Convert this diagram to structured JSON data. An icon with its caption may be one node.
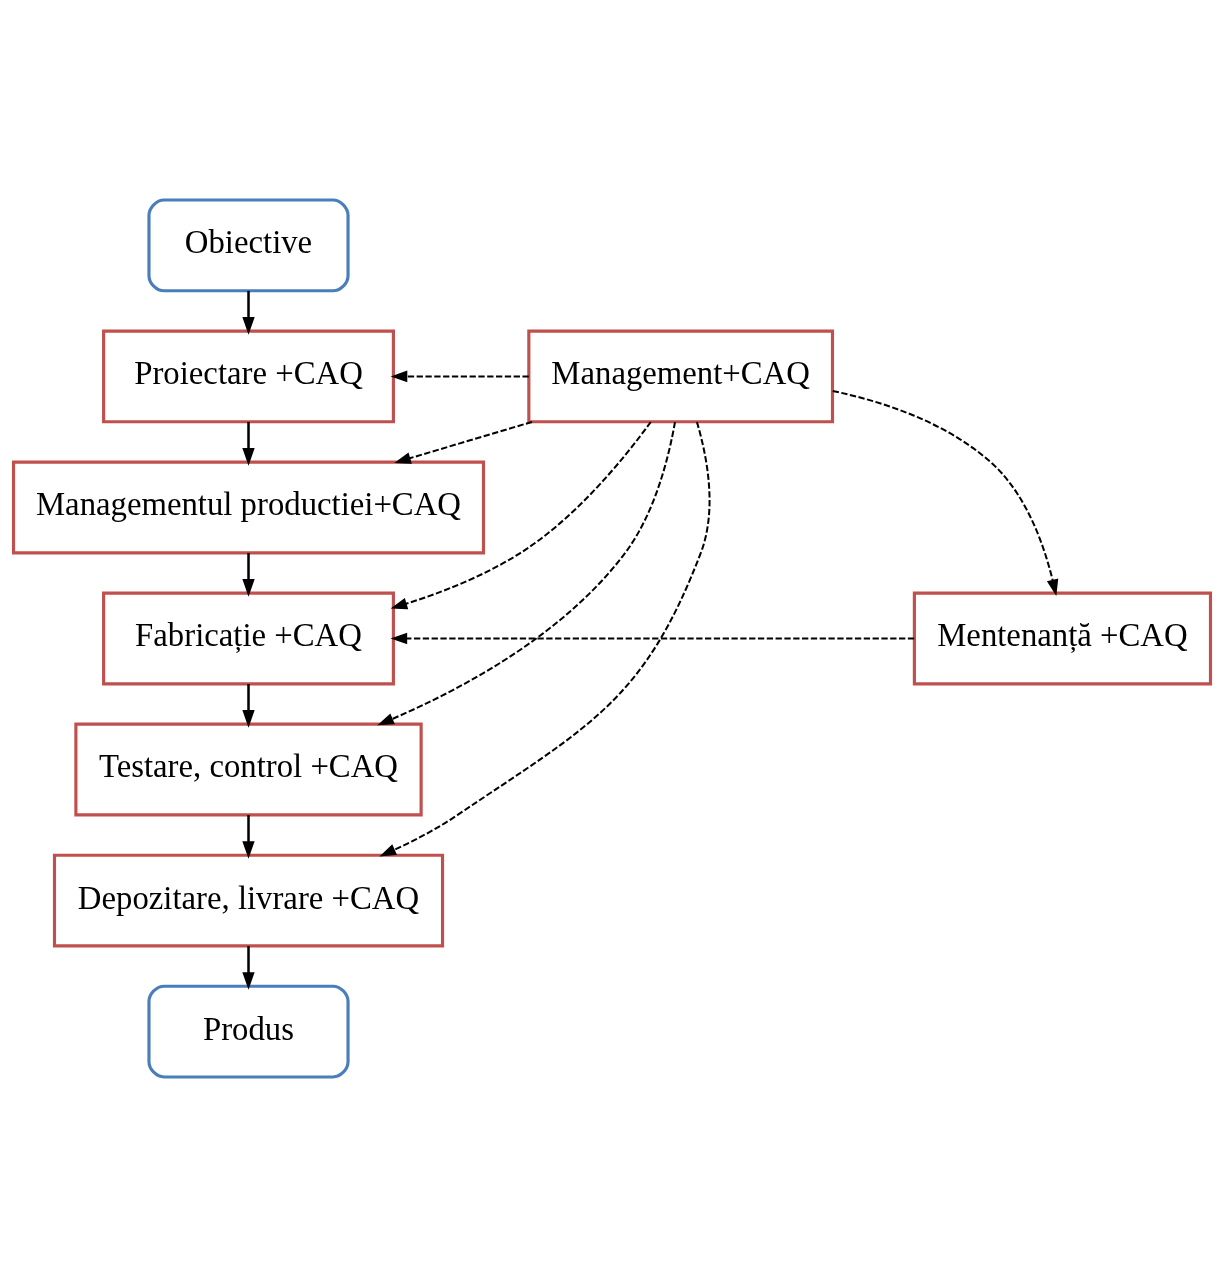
{
  "diagram": {
    "nodes": [
      {
        "text": [
          "Obiective"
        ]
      },
      {
        "text": [
          "Proiectare +CAQ"
        ]
      },
      {
        "text": [
          "Managementul productiei+CAQ"
        ]
      },
      {
        "text": [
          "Fabricație +CAQ"
        ]
      },
      {
        "text": [
          "Testare, control +CAQ"
        ]
      },
      {
        "text": [
          "Depozitare, livrare +CAQ"
        ]
      },
      {
        "text": [
          "Produs"
        ]
      },
      {
        "text": [
          "Management+CAQ"
        ]
      },
      {
        "text": [
          "Mentenanță +CAQ"
        ]
      }
    ],
    "edges": [
      {
        "from": 0,
        "to": 1,
        "arrow": "to"
      },
      {
        "from": 1,
        "to": 2,
        "arrow": "to"
      },
      {
        "from": 2,
        "to": 3,
        "arrow": "to"
      },
      {
        "from": 3,
        "to": 4,
        "arrow": "to"
      },
      {
        "from": 4,
        "to": 5,
        "arrow": "to"
      },
      {
        "from": 5,
        "to": 6,
        "arrow": "to"
      },
      {
        "from": 7,
        "to": 1,
        "arrow": "to",
        "style": "dashed"
      },
      {
        "from": 7,
        "to": 2,
        "arrow": "to",
        "style": "dashed"
      },
      {
        "from": 7,
        "to": 8,
        "arrow": "to",
        "style": "dashed"
      },
      {
        "from": 8,
        "to": 3,
        "arrow": "to",
        "style": "dashed"
      },
      {
        "from": 7,
        "to": 3,
        "arrow": "to",
        "style": "dashed"
      },
      {
        "from": 7,
        "to": 4,
        "arrow": "to",
        "style": "dashed"
      },
      {
        "from": 7,
        "to": 5,
        "arrow": "to",
        "style": "dashed"
      }
    ]
  }
}
